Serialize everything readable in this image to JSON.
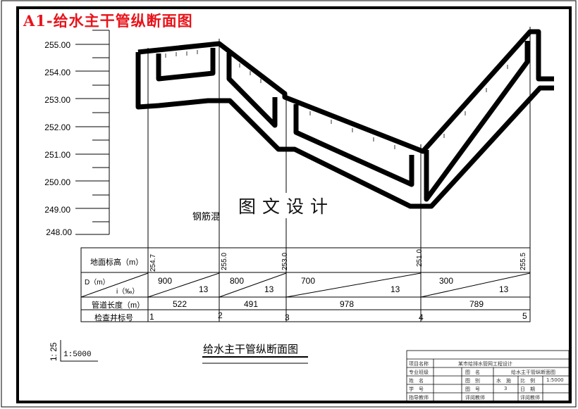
{
  "drawing": {
    "title": "A1-给水主干管纵断面图",
    "title_color": "#e8141b",
    "caption": "给水主干管纵断面图",
    "watermark": "图文设计",
    "material_label": "钢筋混",
    "scale_vertical": "1: 25",
    "scale_horizontal": "1:5000"
  },
  "y_axis": {
    "labels": [
      "255.00",
      "254.00",
      "253.00",
      "252.00",
      "251.00",
      "250.00",
      "249.00",
      "248.00"
    ]
  },
  "profile_table": {
    "row_headers": {
      "ground_elevation": "地面标高（m）",
      "diameter": "D（m）",
      "slope": "i（‰）",
      "pipe_length": "管道长度（m）",
      "manhole_no": "检查井标号"
    },
    "ground_elevations": [
      "254.7",
      "255.0",
      "253.0",
      "251.0",
      "255.5"
    ],
    "segments": [
      {
        "diameter": "900",
        "slope": "13",
        "length": "522"
      },
      {
        "diameter": "800",
        "slope": "13",
        "length": "491"
      },
      {
        "diameter": "700",
        "slope": "13",
        "length": "978"
      },
      {
        "diameter": "300",
        "slope": "13",
        "length": "789"
      }
    ],
    "manholes": [
      "1",
      "2",
      "3",
      "4",
      "5"
    ]
  },
  "title_block": {
    "project_name_label": "项目名称",
    "project_name": "某市给排水管网工程设计",
    "major_class_label": "专业班级",
    "drawing_name_label": "图　名",
    "drawing_name": "给水主干管纵断面图",
    "name_label": "姓　名",
    "category_label": "图　别",
    "category": "水　施",
    "scale_label": "比　例",
    "scale": "1:5000",
    "student_no_label": "学　号",
    "drawing_no_label": "图　号",
    "drawing_no": "3",
    "date_label": "日　期",
    "instructor_label": "指导教师",
    "reviewer_label": "评阅教师",
    "reviewer_label_2": "评阅教师"
  }
}
